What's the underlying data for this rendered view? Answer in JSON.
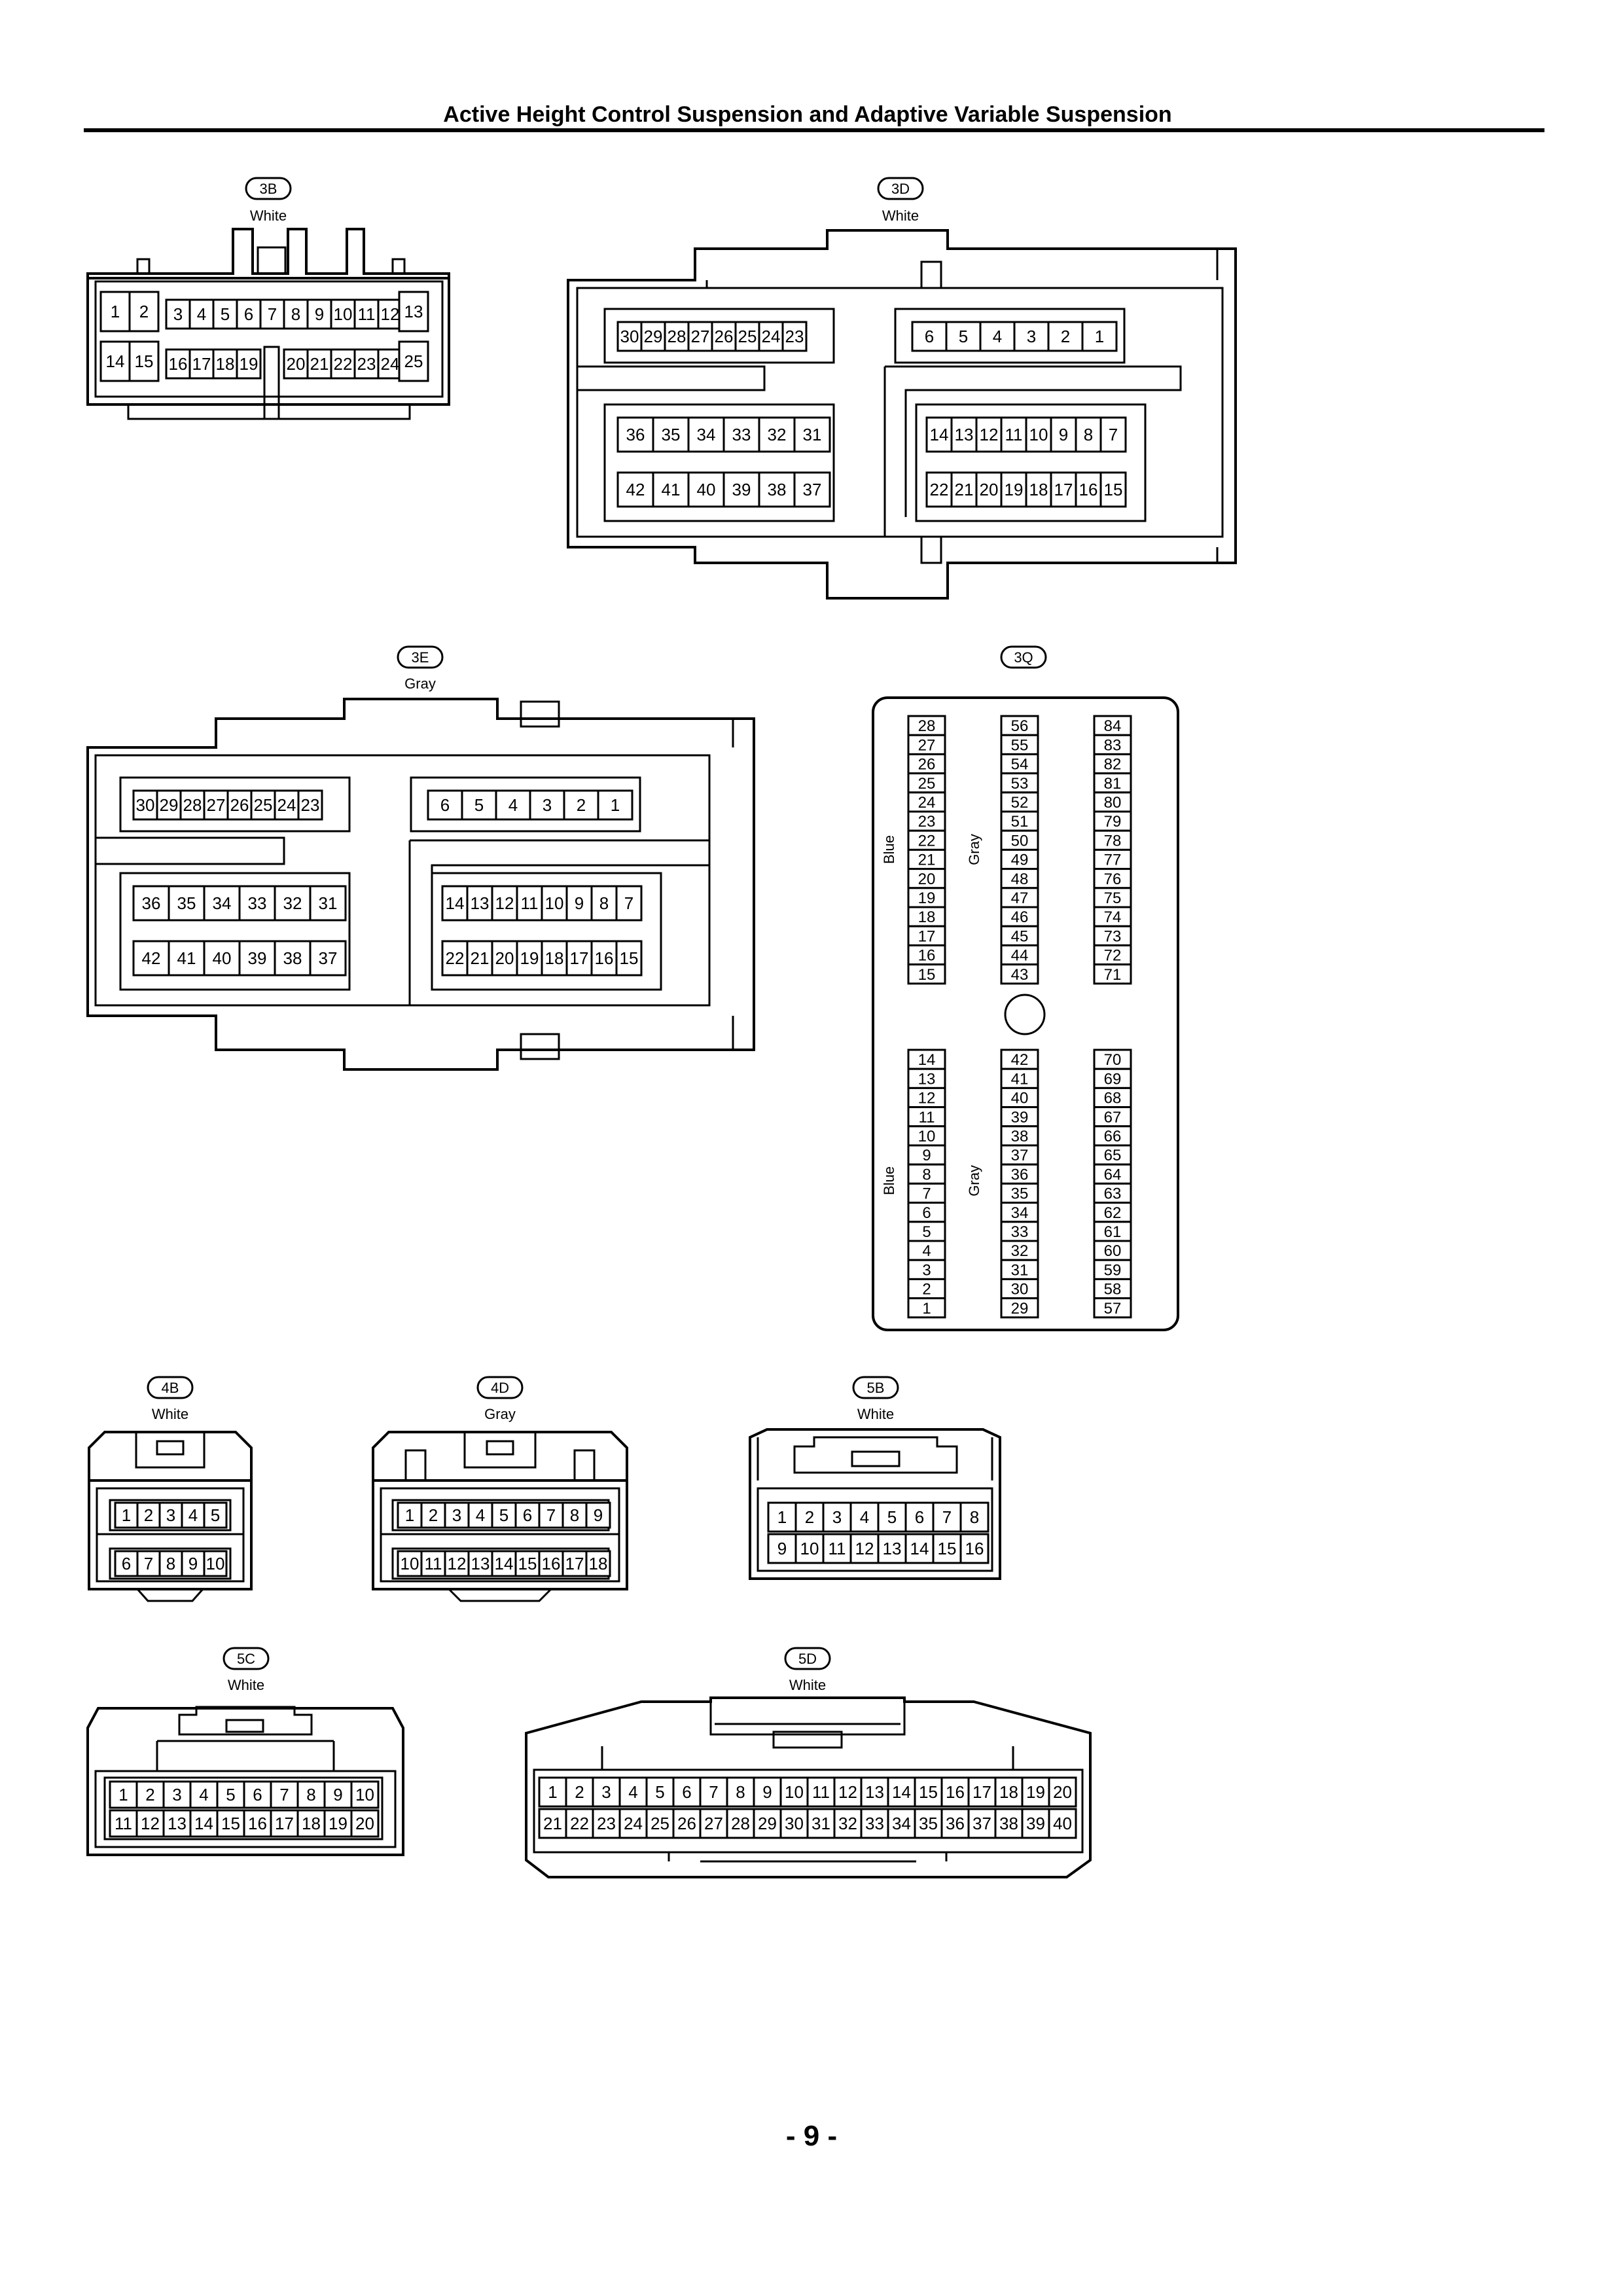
{
  "page": {
    "title": "Active Height Control Suspension and Adaptive Variable Suspension",
    "page_number": "- 9 -"
  },
  "connectors": {
    "c3B": {
      "tag": "3B",
      "color": "White"
    },
    "c3D": {
      "tag": "3D",
      "color": "White"
    },
    "c3E": {
      "tag": "3E",
      "color": "Gray"
    },
    "c3Q": {
      "tag": "3Q",
      "group_labels": [
        "Blue",
        "Gray",
        "Blue",
        "Gray"
      ]
    },
    "c4B": {
      "tag": "4B",
      "color": "White"
    },
    "c4D": {
      "tag": "4D",
      "color": "Gray"
    },
    "c5B": {
      "tag": "5B",
      "color": "White"
    },
    "c5C": {
      "tag": "5C",
      "color": "White"
    },
    "c5D": {
      "tag": "5D",
      "color": "White"
    }
  }
}
